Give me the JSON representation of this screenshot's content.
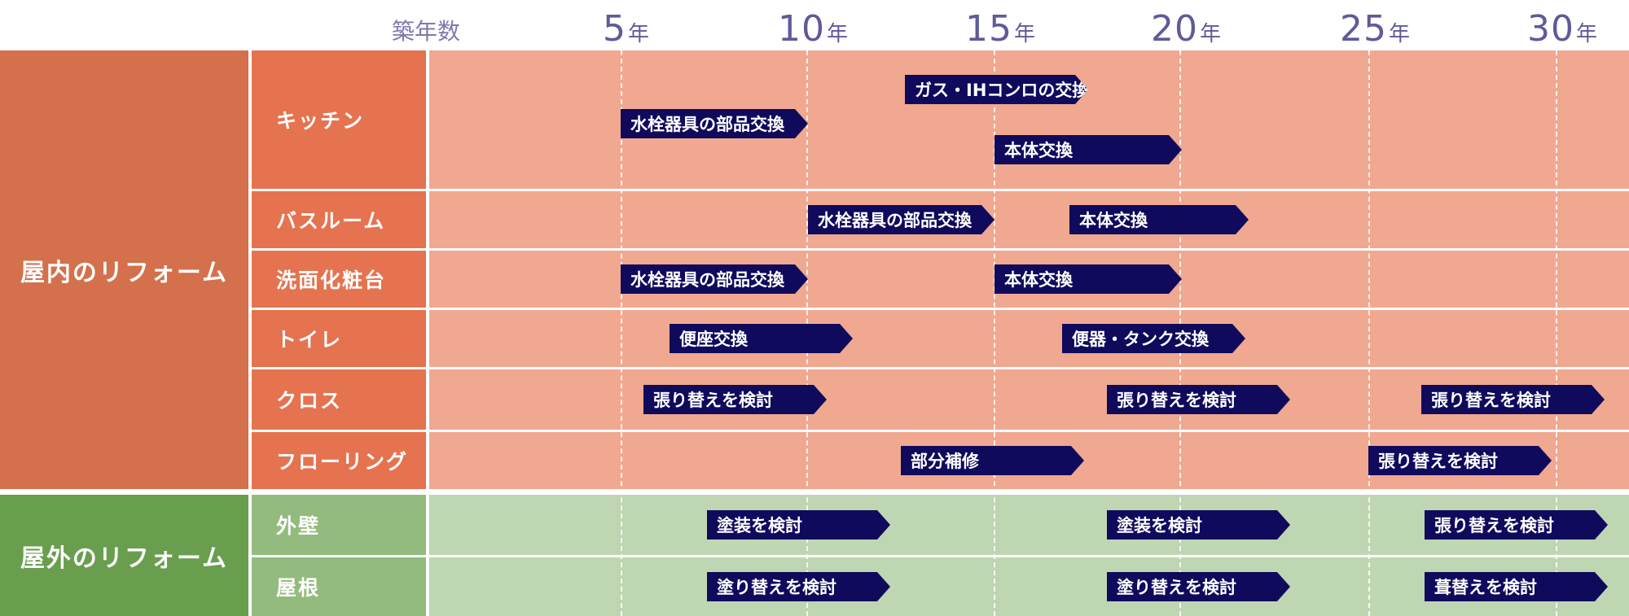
{
  "header": {
    "label": "築年数",
    "years": [
      {
        "num": "5",
        "unit": "年"
      },
      {
        "num": "10",
        "unit": "年"
      },
      {
        "num": "15",
        "unit": "年"
      },
      {
        "num": "20",
        "unit": "年"
      },
      {
        "num": "25",
        "unit": "年"
      },
      {
        "num": "30",
        "unit": "年"
      }
    ]
  },
  "groups": [
    {
      "label": "屋内のリフォーム",
      "color": "#d4704c"
    },
    {
      "label": "屋外のリフォーム",
      "color": "#6a9e4f"
    }
  ],
  "categories": [
    {
      "label": "キッチン",
      "group": 0
    },
    {
      "label": "バスルーム",
      "group": 0
    },
    {
      "label": "洗面化粧台",
      "group": 0
    },
    {
      "label": "トイレ",
      "group": 0
    },
    {
      "label": "クロス",
      "group": 0
    },
    {
      "label": "フローリング",
      "group": 0
    },
    {
      "label": "外壁",
      "group": 1
    },
    {
      "label": "屋根",
      "group": 1
    }
  ],
  "tasks": [
    {
      "label": "ガス・IHコンロの交換",
      "row": 0,
      "start": 12.6,
      "end": 17.5
    },
    {
      "label": "水栓器具の部品交換",
      "row": 0,
      "start": 5,
      "end": 10
    },
    {
      "label": "本体交換",
      "row": 0,
      "start": 15,
      "end": 20
    },
    {
      "label": "水栓器具の部品交換",
      "row": 1,
      "start": 10,
      "end": 15
    },
    {
      "label": "本体交換",
      "row": 1,
      "start": 17,
      "end": 21.8
    },
    {
      "label": "水栓器具の部品交換",
      "row": 2,
      "start": 5,
      "end": 10
    },
    {
      "label": "本体交換",
      "row": 2,
      "start": 15,
      "end": 20
    },
    {
      "label": "便座交換",
      "row": 3,
      "start": 6.3,
      "end": 11.2
    },
    {
      "label": "便器・タンク交換",
      "row": 3,
      "start": 16.8,
      "end": 21.7
    },
    {
      "label": "張り替えを検討",
      "row": 4,
      "start": 5.6,
      "end": 10.5
    },
    {
      "label": "張り替えを検討",
      "row": 4,
      "start": 18,
      "end": 22.9
    },
    {
      "label": "張り替えを検討",
      "row": 4,
      "start": 26.4,
      "end": 31.3
    },
    {
      "label": "部分補修",
      "row": 5,
      "start": 12.5,
      "end": 17.4
    },
    {
      "label": "張り替えを検討",
      "row": 5,
      "start": 25,
      "end": 29.9
    },
    {
      "label": "塗装を検討",
      "row": 6,
      "start": 7.3,
      "end": 12.2
    },
    {
      "label": "塗装を検討",
      "row": 6,
      "start": 18,
      "end": 22.9
    },
    {
      "label": "張り替えを検討",
      "row": 6,
      "start": 26.5,
      "end": 31.4
    },
    {
      "label": "塗り替えを検討",
      "row": 7,
      "start": 7.3,
      "end": 12.2
    },
    {
      "label": "塗り替えを検討",
      "row": 7,
      "start": 18,
      "end": 22.9
    },
    {
      "label": "葺替えを検討",
      "row": 7,
      "start": 26.5,
      "end": 31.4
    }
  ],
  "colors": {
    "indoor_band": "#f0a890",
    "indoor_label": "#e57350",
    "outdoor_band": "#bfd6b2",
    "outdoor_label": "#93bb7d",
    "task": "#0f0a5c"
  }
}
